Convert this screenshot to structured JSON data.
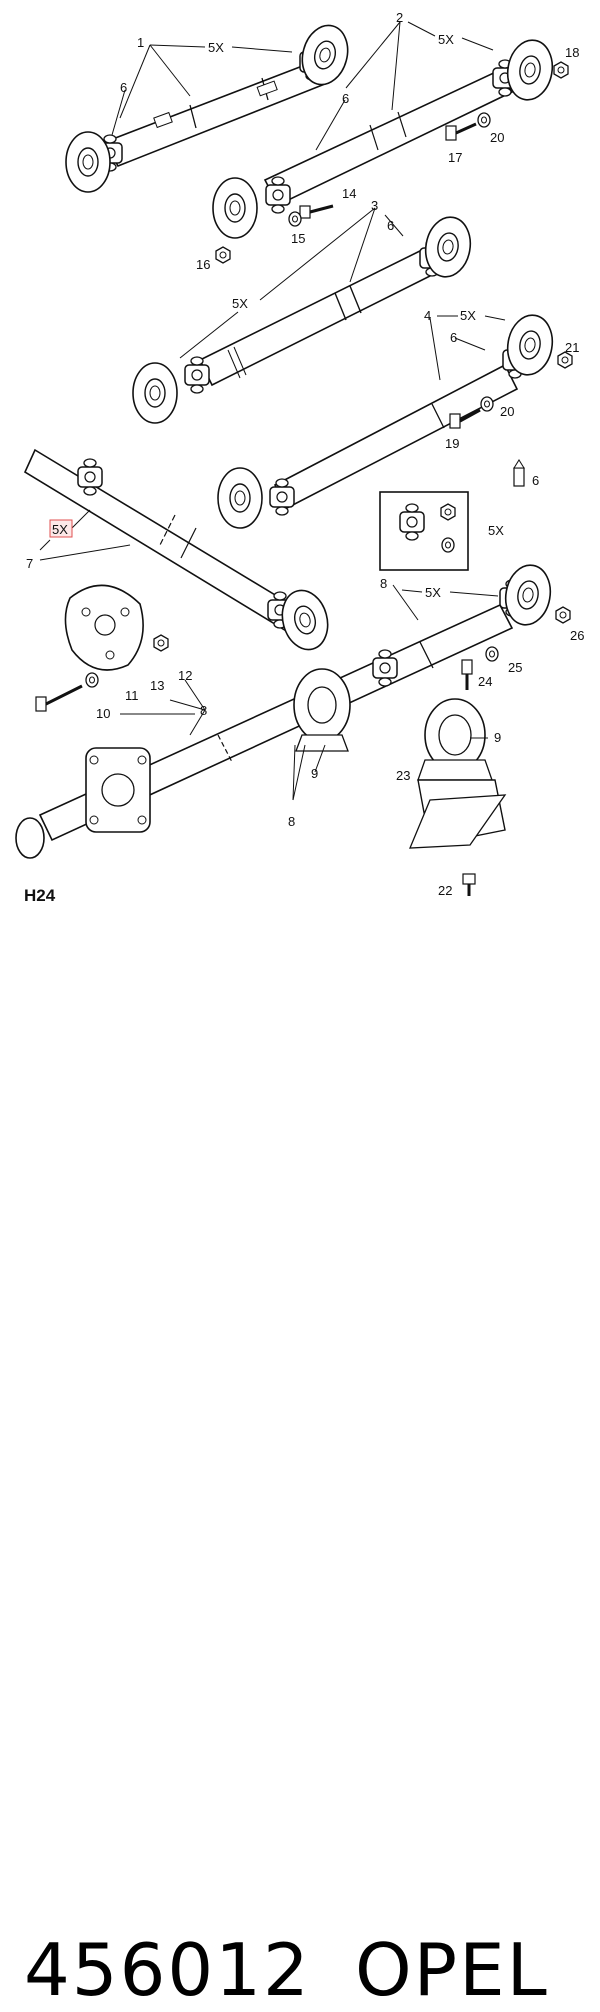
{
  "diagram": {
    "sheet_code": "H24",
    "callouts": [
      "1",
      "2",
      "3",
      "4",
      "5X",
      "6",
      "7",
      "8",
      "9",
      "10",
      "11",
      "12",
      "13",
      "14",
      "15",
      "16",
      "17",
      "18",
      "19",
      "20",
      "21",
      "22",
      "23",
      "24",
      "25",
      "26"
    ],
    "highlighted_callout": "5X"
  },
  "footer": {
    "part_number": "456012",
    "brand": "OPEL"
  },
  "colors": {
    "ink": "#111111",
    "highlight_border": "#e05050",
    "highlight_fill": "#fde8e8"
  }
}
